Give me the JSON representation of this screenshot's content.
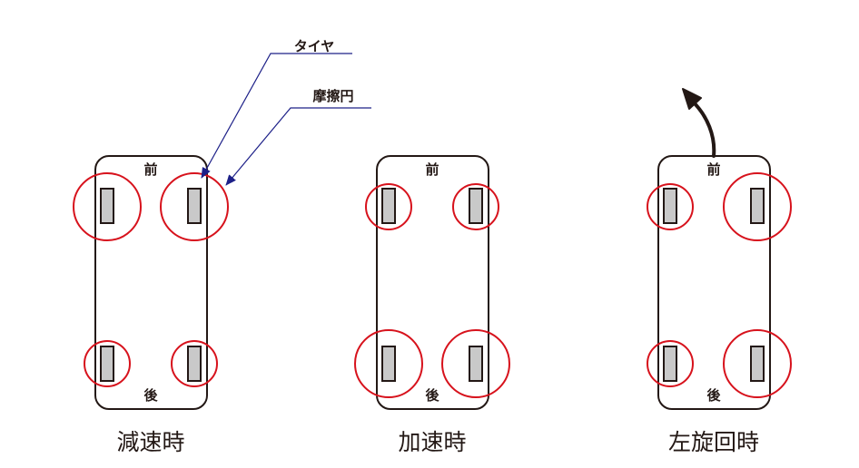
{
  "labels": {
    "front": "前",
    "rear": "後"
  },
  "callouts": {
    "tire": "タイヤ",
    "friction_circle": "摩擦円"
  },
  "colors": {
    "outline": "#231815",
    "tire_fill": "#c9c9c9",
    "friction_circle": "#d7121c",
    "leader": "#1d2088"
  },
  "icons": {
    "turn": "curved-arrow-up-left-icon"
  },
  "panels": [
    {
      "caption": "減速時",
      "circles": {
        "front_left": "large",
        "front_right": "large",
        "rear_left": "small",
        "rear_right": "small"
      }
    },
    {
      "caption": "加速時",
      "circles": {
        "front_left": "small",
        "front_right": "small",
        "rear_left": "large",
        "rear_right": "large"
      }
    },
    {
      "caption": "左旋回時",
      "circles": {
        "front_left": "small",
        "front_right": "large",
        "rear_left": "small",
        "rear_right": "large"
      }
    }
  ]
}
